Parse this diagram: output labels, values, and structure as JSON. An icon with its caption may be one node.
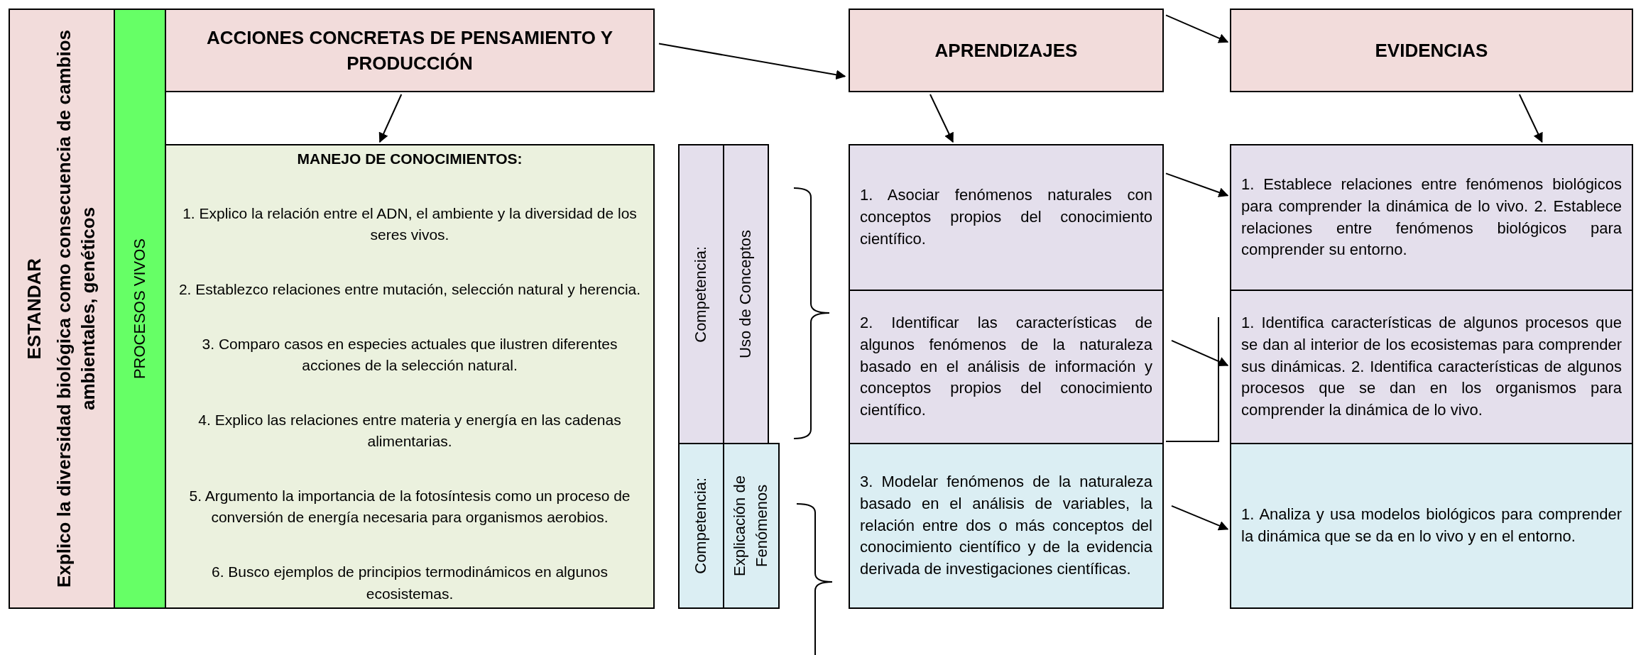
{
  "diagram": {
    "nodes": [
      {
        "text": [
          "ESTANDAR",
          "Explico la diversidad biológica como consecuencia de cambios ambientales, genéticos"
        ]
      },
      {
        "text": [
          "PROCESOS VIVOS"
        ]
      },
      {
        "text": [
          "ACCIONES CONCRETAS DE PENSAMIENTO Y PRODUCCIÓN"
        ]
      },
      {
        "text": [
          "MANEJO DE CONOCIMIENTOS:",
          "1. Explico la relación entre el ADN, el ambiente y la diversidad de los seres vivos.",
          "2. Establezco relaciones entre mutación, selección natural y herencia.",
          "3. Comparo casos en especies actuales que ilustren diferentes acciones de la selección natural.",
          "4. Explico las relaciones entre materia y energía en las cadenas alimentarias.",
          "5. Argumento la importancia de la fotosíntesis como un proceso de conversión de energía necesaria para organismos aerobios.",
          "6. Busco ejemplos de principios termodinámicos en algunos ecosistemas."
        ]
      },
      {
        "text": [
          "Competencia:"
        ]
      },
      {
        "text": [
          "Uso de Conceptos"
        ]
      },
      {
        "text": [
          "Competencia:"
        ]
      },
      {
        "text": [
          "Explicación de Fenómenos"
        ]
      },
      {
        "text": [
          "APRENDIZAJES"
        ]
      },
      {
        "text": [
          "1. Asociar fenómenos naturales con conceptos propios del conocimiento científico."
        ]
      },
      {
        "text": [
          "2. Identificar las características de algunos fenómenos de la naturaleza basado en el análisis de información y conceptos propios del conocimiento científico."
        ]
      },
      {
        "text": [
          "3. Modelar fenómenos de la naturaleza basado en el análisis de variables, la relación entre dos o más conceptos del conocimiento científico y de la evidencia derivada de investigaciones científicas."
        ]
      },
      {
        "text": [
          "EVIDENCIAS"
        ]
      },
      {
        "text": [
          "1. Establece relaciones entre fenómenos biológicos para comprender la dinámica de lo vivo. 2. Establece relaciones entre fenómenos biológicos para comprender su entorno."
        ]
      },
      {
        "text": [
          "1. Identifica características de algunos procesos que se dan al interior de los ecosistemas para comprender sus dinámicas. 2. Identifica características de algunos procesos que se dan en los organismos para comprender la dinámica de lo vivo."
        ]
      },
      {
        "text": [
          "1. Analiza y usa modelos biológicos para comprender la dinámica que se da en lo vivo y en el entorno."
        ]
      }
    ],
    "edges": [
      {
        "from": 2,
        "to": 8,
        "arrow": "to"
      },
      {
        "from": 2,
        "to": 3,
        "arrow": "to"
      },
      {
        "from": 8,
        "to": 12,
        "arrow": "to"
      },
      {
        "from": 8,
        "to": 9,
        "arrow": "to"
      },
      {
        "from": 12,
        "to": 13,
        "arrow": "to"
      },
      {
        "from": 9,
        "to": 13,
        "arrow": "to"
      },
      {
        "from": 10,
        "to": 14,
        "arrow": "to"
      },
      {
        "from": 11,
        "to": 15,
        "arrow": "to"
      }
    ]
  }
}
